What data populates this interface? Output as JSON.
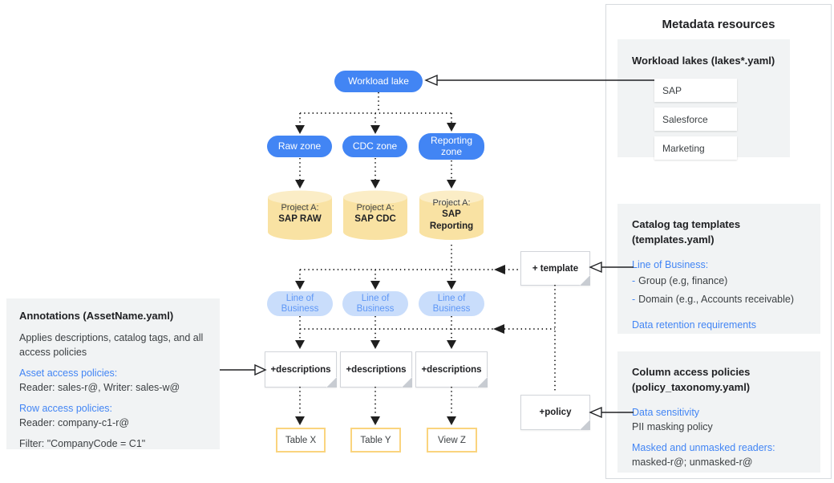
{
  "colors": {
    "primary_blue": "#4285f4",
    "light_blue_fill": "#c9ddfb",
    "light_blue_text": "#5e97f6",
    "cylinder_fill": "#f9e2a3",
    "cylinder_top": "#fbedc6",
    "table_border": "#fad47e",
    "panel_gray": "#f1f3f4",
    "text_dark": "#202124",
    "text_body": "#3c4043"
  },
  "diagram": {
    "lake_label": "Workload lake",
    "zones": [
      "Raw zone",
      "CDC zone",
      "Reporting zone"
    ],
    "projects": [
      {
        "prefix": "Project A:",
        "name": "SAP RAW"
      },
      {
        "prefix": "Project A:",
        "name": "SAP CDC"
      },
      {
        "prefix": "Project A:",
        "name": "SAP Reporting"
      }
    ],
    "lob_pills": [
      "Line of Business",
      "Line of Business",
      "Line of Business"
    ],
    "description_notes": [
      "+descriptions",
      "+descriptions",
      "+descriptions"
    ],
    "template_note": "+ template",
    "policy_note": "+policy",
    "tables": [
      "Table X",
      "Table Y",
      "View Z"
    ]
  },
  "annotations_panel": {
    "title": "Annotations (AssetName.yaml)",
    "intro": "Applies descriptions, catalog tags, and all access policies",
    "asset_heading": "Asset access policies:",
    "asset_detail": "Reader: sales-r@, Writer: sales-w@",
    "row_heading": "Row access policies:",
    "row_detail": "Reader: company-c1-r@",
    "filter_detail": "Filter: \"CompanyCode = C1\""
  },
  "metadata_panel": {
    "title": "Metadata resources",
    "workload_lakes": {
      "heading": "Workload lakes (lakes*.yaml)",
      "items": [
        "SAP",
        "Salesforce",
        "Marketing"
      ]
    },
    "catalog_templates": {
      "heading": "Catalog tag templates (templates.yaml)",
      "lob_heading": "Line of Business:",
      "bullet_dash": "-",
      "bullets": [
        "Group (e.g, finance)",
        "Domain (e.g., Accounts receivable)"
      ],
      "retention_heading": "Data retention requirements"
    },
    "column_policies": {
      "heading": "Column access policies (policy_taxonomy.yaml)",
      "sensitivity_heading": "Data sensitivity",
      "sensitivity_detail": "PII masking policy",
      "readers_heading": "Masked and unmasked readers:",
      "readers_detail": "masked-r@; unmasked-r@"
    }
  }
}
